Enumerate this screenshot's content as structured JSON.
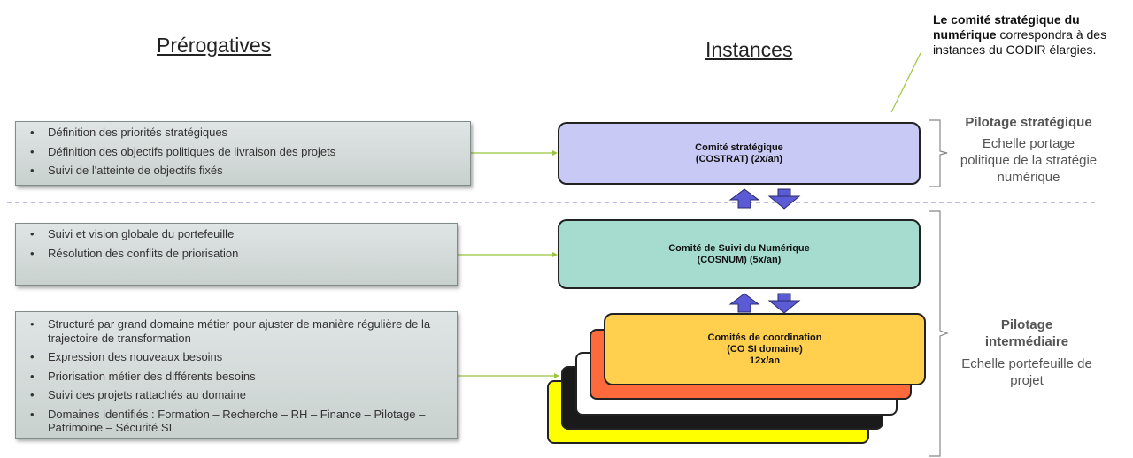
{
  "headings": {
    "left": "Prérogatives",
    "middle": "Instances"
  },
  "note": {
    "bold": "Le comité stratégique du numérique",
    "rest": " correspondra à des instances du CODIR élargies."
  },
  "boxes": [
    {
      "items": [
        "Définition des priorités stratégiques",
        "Définition des objectifs politiques de livraison des projets",
        "Suivi de l'atteinte de objectifs fixés"
      ]
    },
    {
      "items": [
        "Suivi et vision globale du portefeuille",
        "Résolution des conflits de priorisation"
      ]
    },
    {
      "items": [
        "Structuré par grand domaine métier pour ajuster de manière régulière de la trajectoire de transformation",
        "Expression des nouveaux besoins",
        "Priorisation métier des différents besoins",
        "Suivi des projets rattachés au domaine",
        "Domaines identifiés : Formation – Recherche – RH – Finance – Pilotage – Patrimoine – Sécurité SI"
      ]
    }
  ],
  "committees": {
    "costrat": {
      "line1": "Comité stratégique",
      "line2": "(COSTRAT) (2x/an)",
      "color": "#c9c9f5"
    },
    "cosnum": {
      "line1": "Comité de Suivi du Numérique",
      "line2": "(COSNUM) (5x/an)",
      "color": "#a6dcd0"
    },
    "cosi": {
      "line1": "Comités de coordination",
      "line2": "(CO SI domaine)",
      "line3": "12x/an",
      "color": "#ffcf4d"
    }
  },
  "stack_colors": [
    "#ffff00",
    "#1a1a1a",
    "#ffffff",
    "#ff6a3d"
  ],
  "right": {
    "strategic": {
      "title": "Pilotage stratégique",
      "sub": "Echelle portage politique de la stratégie numérique"
    },
    "intermediate": {
      "title": "Pilotage intermédiaire",
      "sub": "Echelle portefeuille de projet"
    }
  },
  "colors": {
    "connector": "#9bc53d",
    "arrow": "#5b5bd6",
    "dashed": "#9a90d8"
  }
}
